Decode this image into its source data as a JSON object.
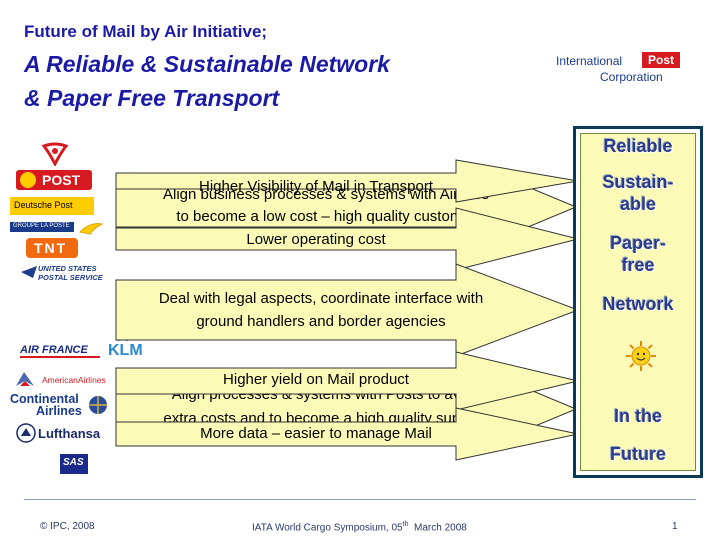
{
  "title": {
    "line1": "Future of Mail by Air Initiative;",
    "line2": "A Reliable & Sustainable Network",
    "line3": "& Paper Free Transport"
  },
  "brand": {
    "part1": "International",
    "part2": "Post",
    "part3": "Corporation"
  },
  "logos": {
    "post": "POST",
    "deutsche_post": "Deutsche Post",
    "groupe_la_poste": "GROUPE LA POSTE",
    "tnt": "TNT",
    "usps_1": "UNITED STATES",
    "usps_2": "POSTAL SERVICE",
    "air_france": "AIR FRANCE",
    "klm": "KLM",
    "american": "AmericanAirlines",
    "continental_1": "Continental",
    "continental_2": "Airlines",
    "lufthansa": "Lufthansa",
    "sas": "SAS"
  },
  "arrows": {
    "a1_under_l1": "Align business processes & systems with Airlines",
    "a1_under_l2": "to become a low cost – high quality customer",
    "a1_top": "Higher Visibility of Mail in Transport",
    "a1_bottom": "Lower operating cost",
    "a2_l1": "Deal with legal aspects, coordinate interface with",
    "a2_l2": "ground handlers and border agencies",
    "a3_under_l1": "Align processes & systems with Posts to avoid",
    "a3_under_l2": "extra costs and to become a high quality supplier",
    "a3_top": "Higher yield on Mail product",
    "a3_bottom": "More data – easier to manage Mail"
  },
  "panel": {
    "w1": "Reliable",
    "w2a": "Sustain-",
    "w2b": "able",
    "w3a": "Paper-",
    "w3b": "free",
    "w4": "Network",
    "w5": "In the",
    "w6": "Future"
  },
  "footer": {
    "left": "© IPC, 2008",
    "center_a": "IATA World Cargo Symposium, 05",
    "center_sup": "th",
    "center_b": "  March 2008",
    "page": "1"
  },
  "colors": {
    "title": "#1a1aa6",
    "arrow_fill": "#fbfbb7",
    "panel_text": "#2b3a8a",
    "ipc_red": "#d71920"
  }
}
